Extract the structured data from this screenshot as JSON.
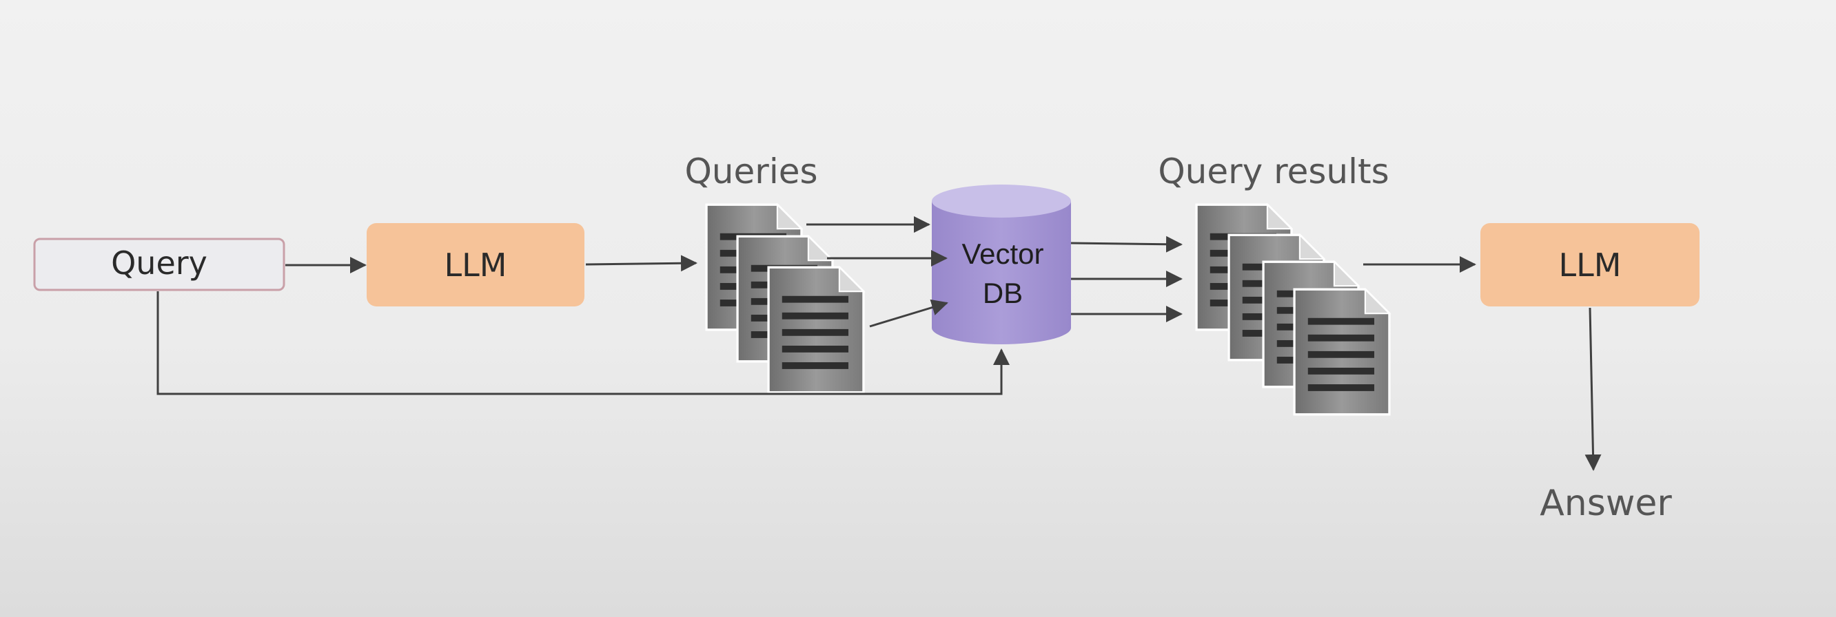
{
  "diagram": {
    "nodes": {
      "query": "Query",
      "llm_first": "LLM",
      "vector_db_line1": "Vector",
      "vector_db_line2": "DB",
      "llm_second": "LLM",
      "answer": "Answer"
    },
    "labels": {
      "queries": "Queries",
      "query_results": "Query results"
    },
    "colors": {
      "llm_fill": "#f6c399",
      "vector_db_fill": "#a99ad6",
      "query_fill": "#ececef",
      "query_border": "#c9a0a8",
      "document_fill": "#8a8a8a",
      "arrow": "#404040"
    }
  }
}
